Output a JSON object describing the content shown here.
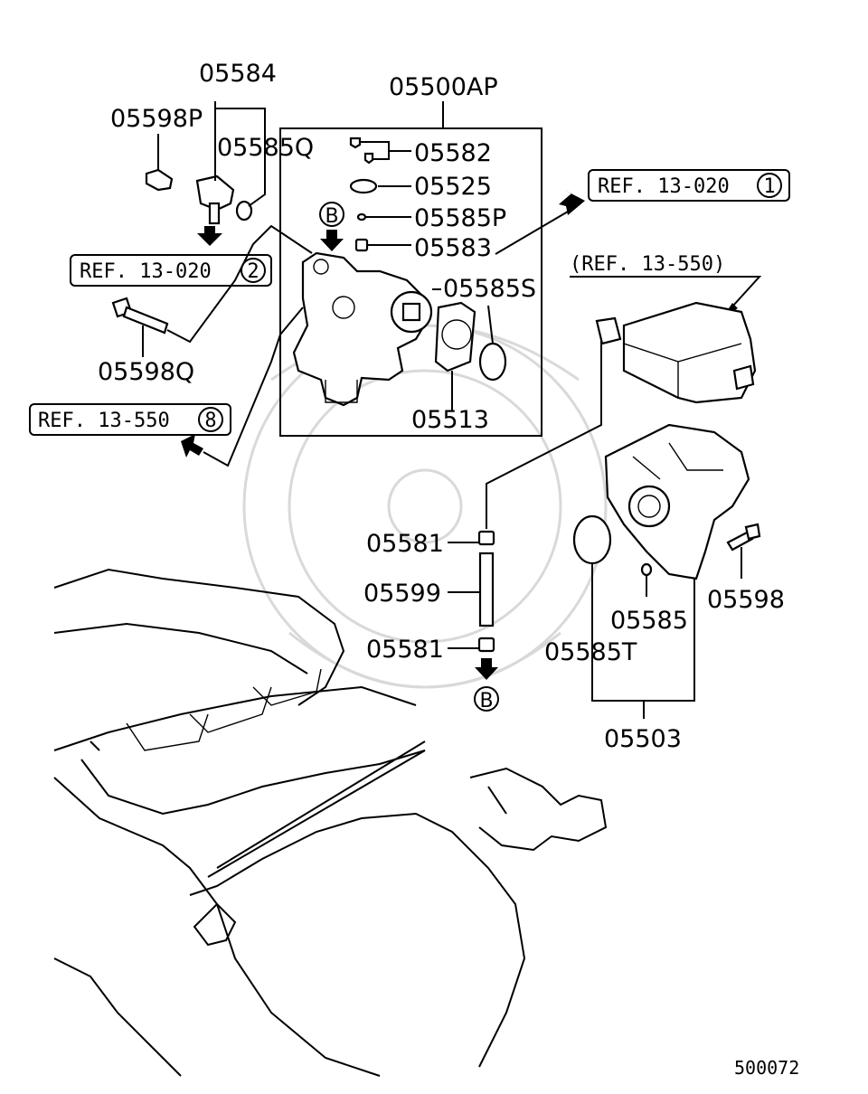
{
  "parts": {
    "p05584": "05584",
    "p05598P": "05598P",
    "p05585Q": "05585Q",
    "p05500AP": "05500AP",
    "p05582": "05582",
    "p05525": "05525",
    "p05585P": "05585P",
    "p05583": "05583",
    "p05585S": "05585S",
    "p05513": "05513",
    "p05598Q": "05598Q",
    "p05581a": "05581",
    "p05599": "05599",
    "p05581b": "05581",
    "p05585": "05585",
    "p05585T": "05585T",
    "p05598": "05598",
    "p05503": "05503"
  },
  "refs": {
    "ref1_text": "REF. 13-020",
    "ref1_num": "1",
    "ref2_text": "REF. 13-020",
    "ref2_num": "2",
    "ref3_text": "(REF. 13-550)",
    "ref8_text": "REF. 13-550",
    "ref8_num": "8"
  },
  "markers": {
    "b_top": "B",
    "b_bottom": "B"
  },
  "diagram_id": "500072"
}
